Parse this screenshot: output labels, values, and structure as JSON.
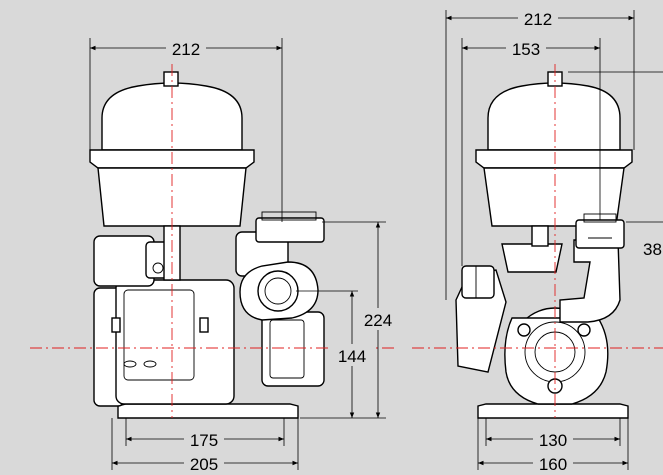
{
  "colors": {
    "background": "#d9d9d9",
    "centerline": "#e02020",
    "outline": "#000000",
    "fill": "#ffffff"
  },
  "front_view": {
    "width_top": "212",
    "height_total": "224",
    "height_outlet": "144",
    "base_inner": "175",
    "base_outer": "205"
  },
  "side_view": {
    "width_top": "212",
    "width_inner": "153",
    "height_partial": "38",
    "base_inner": "130",
    "base_outer": "160"
  }
}
